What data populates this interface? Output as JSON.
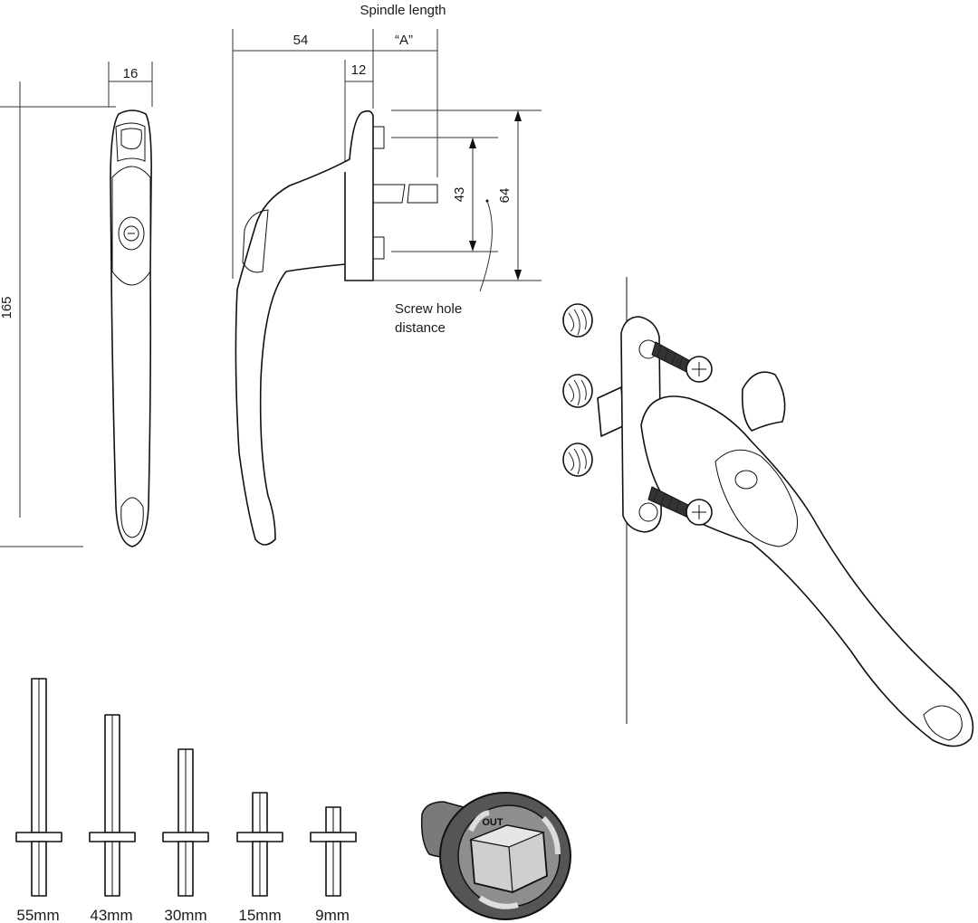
{
  "labels": {
    "spindle_length": "Spindle length",
    "dim_54": "54",
    "dim_a": "“A”",
    "dim_12": "12",
    "dim_16": "16",
    "dim_165": "165",
    "dim_43": "43",
    "dim_64": "64",
    "screw_hole_line1": "Screw hole",
    "screw_hole_line2": "distance",
    "cam_marking": "OUT"
  },
  "spindles": [
    {
      "label": "55mm"
    },
    {
      "label": "43mm"
    },
    {
      "label": "30mm"
    },
    {
      "label": "15mm"
    },
    {
      "label": "9mm"
    }
  ],
  "colors": {
    "line": "#111111",
    "cam_dark": "#555555",
    "cam_light": "#cfcfcf",
    "screw": "#333333"
  }
}
